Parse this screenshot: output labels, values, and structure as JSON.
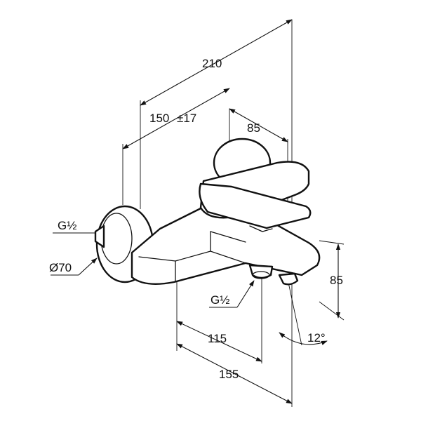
{
  "dimensions": {
    "overall_depth": "210",
    "wall_offset": "150",
    "wall_offset_tolerance": "±17",
    "handle_width": "85",
    "height": "85",
    "inlet_thread": "G½",
    "cover_diameter": "Ø70",
    "outlet_thread": "G½",
    "outlet_depth": "115",
    "spout_depth": "155",
    "spout_angle": "12°"
  },
  "colors": {
    "line": "#111111",
    "background": "#ffffff"
  }
}
